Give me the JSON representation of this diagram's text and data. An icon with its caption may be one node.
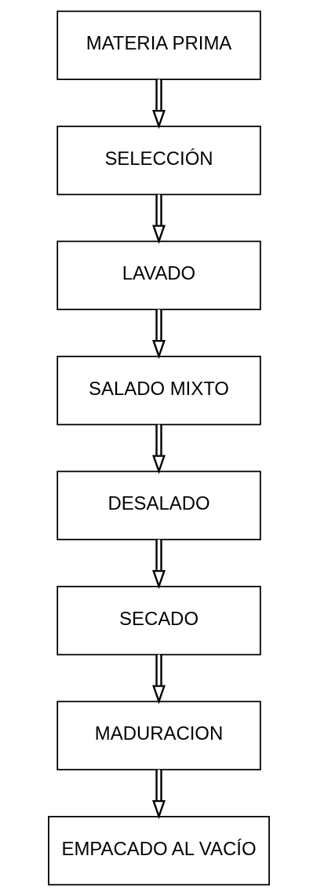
{
  "diagram": {
    "nodes": [
      {
        "text": [
          "MATERIA PRIMA"
        ]
      },
      {
        "text": [
          "SELECCIÓN"
        ]
      },
      {
        "text": [
          "LAVADO"
        ]
      },
      {
        "text": [
          "SALADO MIXTO"
        ]
      },
      {
        "text": [
          "DESALADO"
        ]
      },
      {
        "text": [
          "SECADO"
        ]
      },
      {
        "text": [
          "MADURACION"
        ]
      },
      {
        "text": [
          "EMPACADO AL VACÍO"
        ]
      }
    ],
    "edges": [
      {
        "from": 0,
        "to": 1,
        "arrow": "to"
      },
      {
        "from": 1,
        "to": 2,
        "arrow": "to"
      },
      {
        "from": 2,
        "to": 3,
        "arrow": "to"
      },
      {
        "from": 3,
        "to": 4,
        "arrow": "to"
      },
      {
        "from": 4,
        "to": 5,
        "arrow": "to"
      },
      {
        "from": 5,
        "to": 6,
        "arrow": "to"
      },
      {
        "from": 6,
        "to": 7,
        "arrow": "to"
      }
    ]
  }
}
